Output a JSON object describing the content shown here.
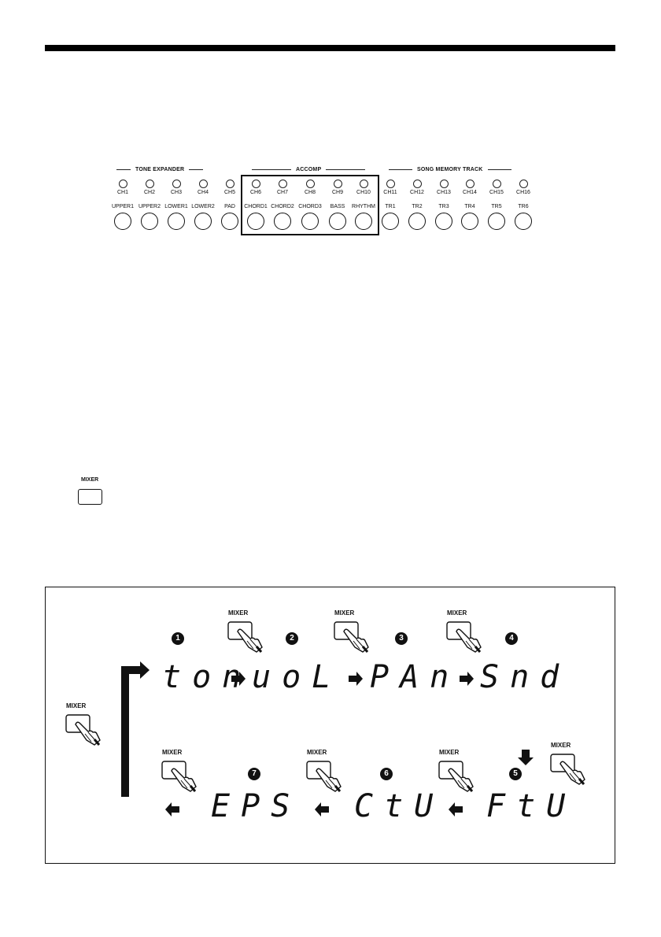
{
  "panel": {
    "groups": {
      "tone_expander": "TONE EXPANDER",
      "accomp": "ACCOMP",
      "song_memory_track": "SONG MEMORY TRACK"
    },
    "channels": [
      "CH1",
      "CH2",
      "CH3",
      "CH4",
      "CH5",
      "CH6",
      "CH7",
      "CH8",
      "CH9",
      "CH10",
      "CH11",
      "CH12",
      "CH13",
      "CH14",
      "CH15",
      "CH16"
    ],
    "buttons": [
      "UPPER1",
      "UPPER2",
      "LOWER1",
      "LOWER2",
      "PAD",
      "CHORD1",
      "CHORD2",
      "CHORD3",
      "BASS",
      "RHYTHM",
      "TR1",
      "TR2",
      "TR3",
      "TR4",
      "TR5",
      "TR6"
    ]
  },
  "mixer_button": {
    "label": "MIXER"
  },
  "diagram": {
    "mixer_label": "MIXER",
    "displays": [
      {
        "step": "1",
        "text": "ton"
      },
      {
        "step": "2",
        "text": "uoL"
      },
      {
        "step": "3",
        "text": "PAn"
      },
      {
        "step": "4",
        "text": "Snd"
      },
      {
        "step": "5",
        "text": "FtU"
      },
      {
        "step": "6",
        "text": "CtU"
      },
      {
        "step": "7",
        "text": "EPS"
      }
    ]
  }
}
